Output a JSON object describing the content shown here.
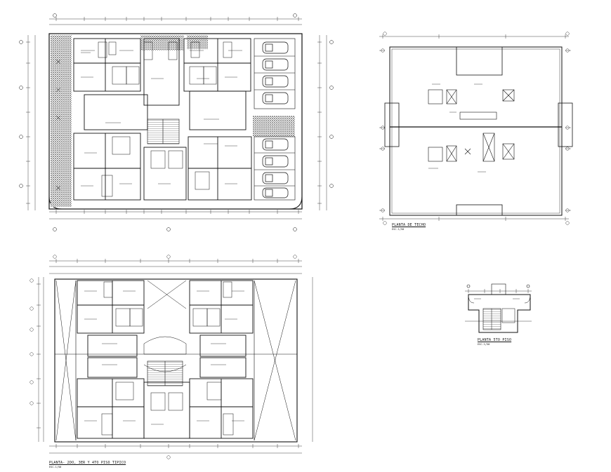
{
  "drawing": {
    "background": "#ffffff",
    "ink": "#111111",
    "hatch": "#1a1a1a",
    "plans": {
      "ground": {
        "title": "",
        "scale": ""
      },
      "roof": {
        "title": "PLANTA DE TECHO",
        "scale": "ESC.1/50"
      },
      "typical": {
        "title": "PLANTA- 2DO, 3ER Y 4TO PISO TIPICO",
        "scale": "ESC.1/50"
      },
      "fifth": {
        "title": "PLANTA 5TO PISO",
        "scale": "ESC.1/50"
      }
    }
  }
}
